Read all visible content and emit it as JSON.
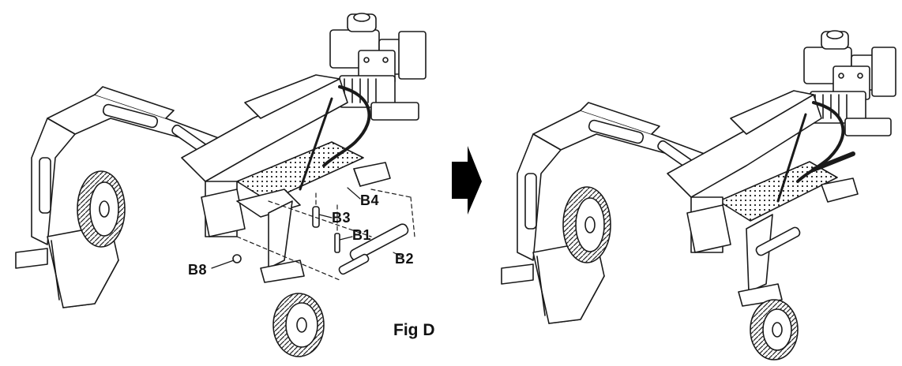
{
  "labels": {
    "b4": "B4",
    "b3": "B3",
    "b1": "B1",
    "b2": "B2",
    "b8": "B8"
  },
  "caption": "Fig D",
  "colors": {
    "line": "#1a1a1a",
    "arrow": "#000000",
    "fill": "#ffffff",
    "shade": "#d9d9d9"
  },
  "icons": {
    "arrow": "right-arrow-icon"
  }
}
